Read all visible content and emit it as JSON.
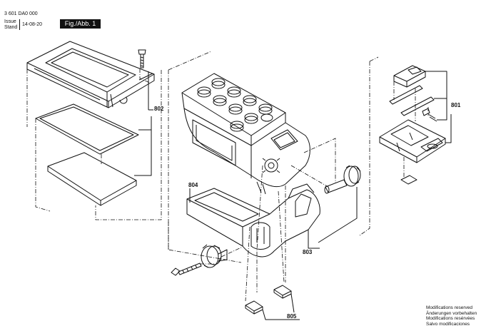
{
  "header": {
    "doc_number": "3 601 DA0 000",
    "issue_label": "Issue",
    "stand_label": "Stand",
    "issue_date": "14-08-20",
    "figure_label": "Fig./Abb. 1"
  },
  "callouts": {
    "c801": "801",
    "c802": "802",
    "c803": "803",
    "c804": "804",
    "c805": "805"
  },
  "notes": [
    "Modifications reserved",
    "Änderungen vorbehalten",
    "Modifications resérvées",
    "Salvo modificaciones"
  ]
}
